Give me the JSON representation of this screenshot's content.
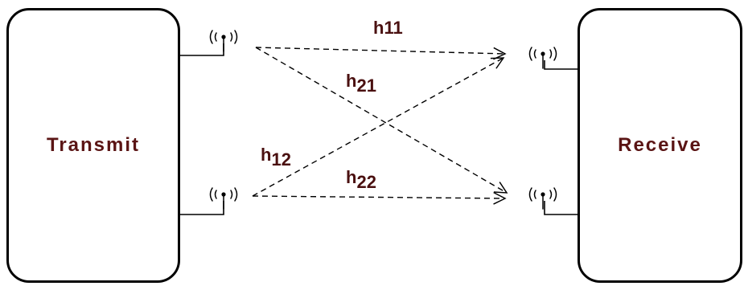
{
  "transmitter": {
    "label": "Transmit"
  },
  "receiver": {
    "label": "Receive"
  },
  "channels": {
    "h11": {
      "symbol": "h11",
      "sub": ""
    },
    "h21": {
      "symbol": "h",
      "sub": "21"
    },
    "h12": {
      "symbol": "h",
      "sub": "12"
    },
    "h22": {
      "symbol": "h",
      "sub": "22"
    }
  },
  "colors": {
    "label_text": "#5a1414",
    "line": "#000000"
  },
  "icons": {
    "antenna": "antenna-icon"
  }
}
